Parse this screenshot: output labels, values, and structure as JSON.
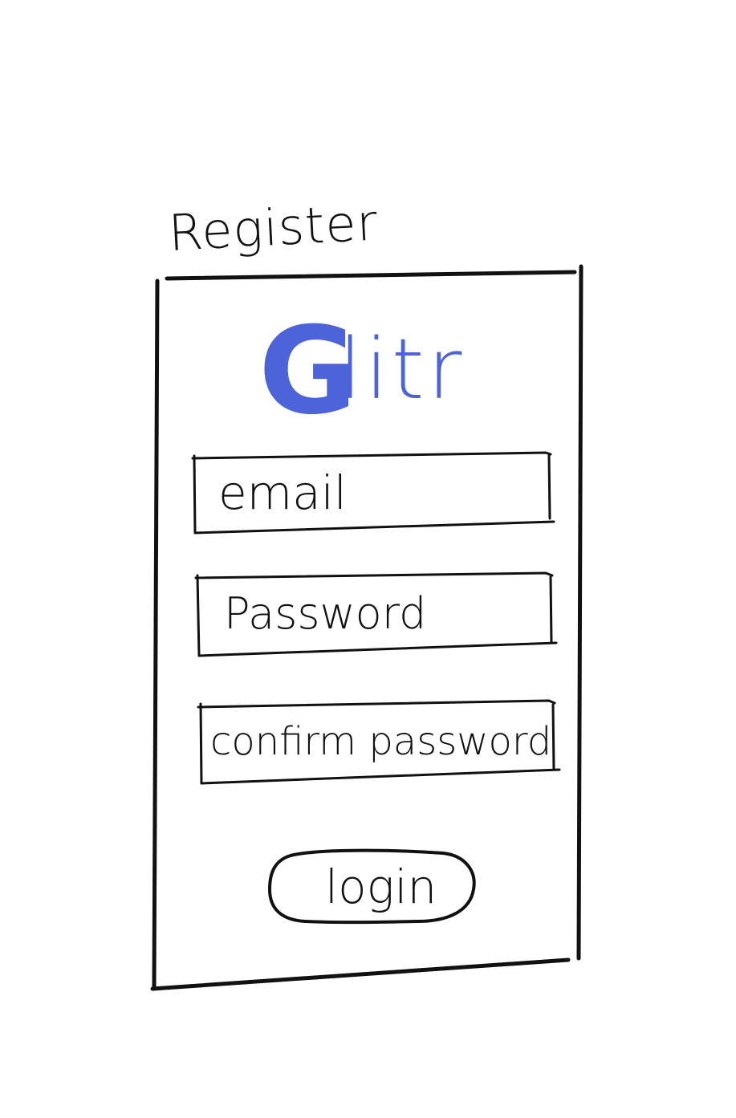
{
  "screen": {
    "title": "Register"
  },
  "logo": {
    "initial": "G",
    "rest": "litr",
    "color": "#4c63d9"
  },
  "form": {
    "email_placeholder": "email",
    "password_placeholder": "Password",
    "confirm_password_placeholder": "confirm password",
    "submit_label": "login"
  }
}
